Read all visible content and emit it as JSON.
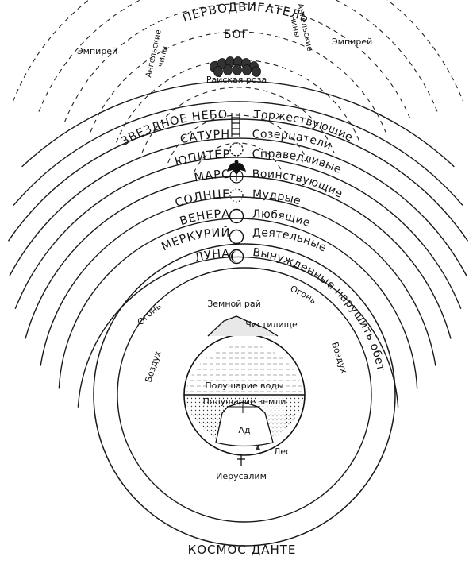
{
  "diagram": {
    "god": "БОГ",
    "empyrean_left": "Эмпирей",
    "empyrean_right": "Эмпирей",
    "angelic_left": [
      "Ангельские",
      "чины"
    ],
    "angelic_right": [
      "Ангельские",
      "чины"
    ],
    "rose": "Райская роза",
    "primum_mobile": "ПЕРВОДВИГАТЕЛЬ",
    "spheres": [
      {
        "name": "ЗВЕЗДНОЕ НЕБО",
        "virtue": "Торжествующие",
        "icon": "ladder-icon"
      },
      {
        "name": "САТУРН",
        "virtue": "Созерцатели",
        "icon": "saturn-circle-icon"
      },
      {
        "name": "ЮПИТЕР",
        "virtue": "Справедливые",
        "icon": "eagle-icon"
      },
      {
        "name": "МАРС",
        "virtue": "Воинствующие",
        "icon": "cross-circle-icon"
      },
      {
        "name": "СОЛНЦЕ",
        "virtue": "Мудрые",
        "icon": "sun-dotted-circle-icon"
      },
      {
        "name": "ВЕНЕРА",
        "virtue": "Любящие",
        "icon": "venus-circle-icon"
      },
      {
        "name": "МЕРКУРИЙ",
        "virtue": "Деятельные",
        "icon": "mercury-circle-icon"
      },
      {
        "name": "ЛУНА",
        "virtue": "Вынужденные нарушить обет",
        "icon": "moon-circle-icon"
      }
    ],
    "fire_left": "Огонь",
    "fire_right": "Огонь",
    "air_left": "Воздух",
    "air_right": "Воздух",
    "earthly_paradise": "Земной рай",
    "purgatory": "Чистилище",
    "water_hemisphere": "Полушарие воды",
    "land_hemisphere": "Полушарие земли",
    "hell": "Ад",
    "forest": "Лес",
    "jerusalem": "Иерусалим",
    "caption": "КОСМОС ДАНТЕ"
  }
}
